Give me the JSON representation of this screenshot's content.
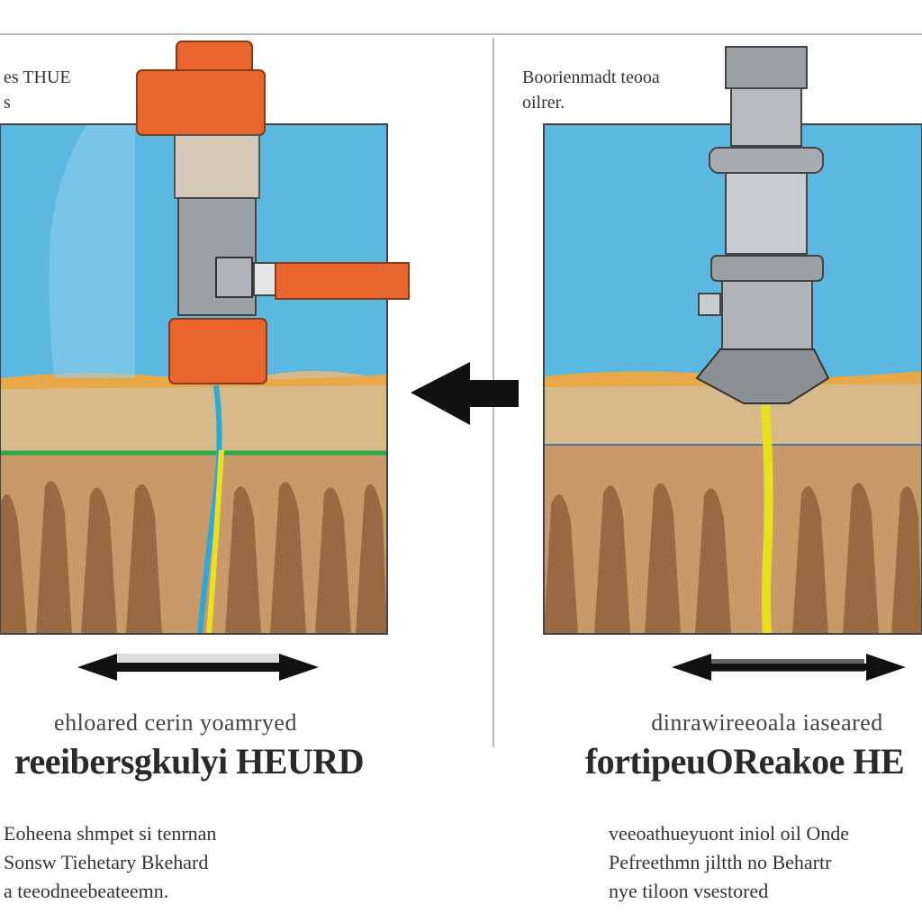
{
  "left_panel": {
    "corner_label": [
      "es   THUE",
      "s"
    ],
    "caption_top": "ehloared cerin yoamryed",
    "caption_main": "reeibersgkulyi  HEURD",
    "description": [
      "Eoheena shmpet si tenrnan",
      "Sonsw Tiehetary Bkehard",
      "a teeodneebeateemn."
    ]
  },
  "right_panel": {
    "corner_label": [
      "Boorienmadt teooa",
      "oilrer."
    ],
    "caption_top": "dinrawireeoala iaseared",
    "caption_main": "fortipeuOReakoe HE",
    "description": [
      "veeoathueyuont iniol oil Onde",
      "Pefreethmn jiltth no Behartr",
      "nye tiloon vsestored"
    ]
  },
  "colors": {
    "water": "#5bb8e0",
    "sand": "#d8b98a",
    "soil": "#c89a6a",
    "soil_dark": "#8a5a34",
    "pump_orange": "#e8662e",
    "pipe_grey": "#9aa0a4",
    "leak_blue": "#2ea8d8",
    "leak_yellow": "#e8e020",
    "green_line": "#2aa84a"
  }
}
